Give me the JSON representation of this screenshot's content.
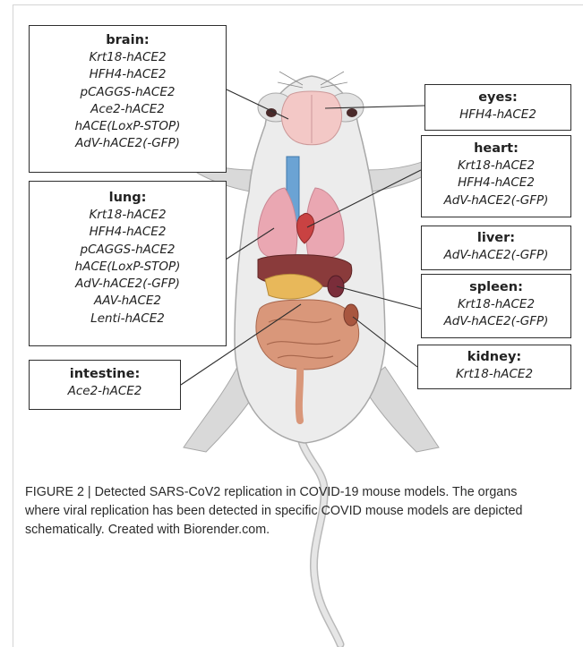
{
  "organs": {
    "brain": {
      "title": "brain:",
      "models": [
        "Krt18-hACE2",
        "HFH4-hACE2",
        "pCAGGS-hACE2",
        "Ace2-hACE2",
        "hACE(LoxP-STOP)",
        "AdV-hACE2(-GFP)"
      ]
    },
    "lung": {
      "title": "lung:",
      "models": [
        "Krt18-hACE2",
        "HFH4-hACE2",
        "pCAGGS-hACE2",
        "hACE(LoxP-STOP)",
        "AdV-hACE2(-GFP)",
        "AAV-hACE2",
        "Lenti-hACE2"
      ]
    },
    "intestine": {
      "title": "intestine:",
      "models": [
        "Ace2-hACE2"
      ]
    },
    "eyes": {
      "title": "eyes:",
      "models": [
        "HFH4-hACE2"
      ]
    },
    "heart": {
      "title": "heart:",
      "models": [
        "Krt18-hACE2",
        "HFH4-hACE2",
        "AdV-hACE2(-GFP)"
      ]
    },
    "liver": {
      "title": "liver:",
      "models": [
        "AdV-hACE2(-GFP)"
      ]
    },
    "spleen": {
      "title": "spleen:",
      "models": [
        "Krt18-hACE2",
        "AdV-hACE2(-GFP)"
      ]
    },
    "kidney": {
      "title": "kidney:",
      "models": [
        "Krt18-hACE2"
      ]
    }
  },
  "caption": "FIGURE 2 | Detected SARS-CoV2 replication in COVID-19 mouse models. The organs where viral replication has been detected in specific COVID mouse models are depicted schematically. Created with Biorender.com."
}
